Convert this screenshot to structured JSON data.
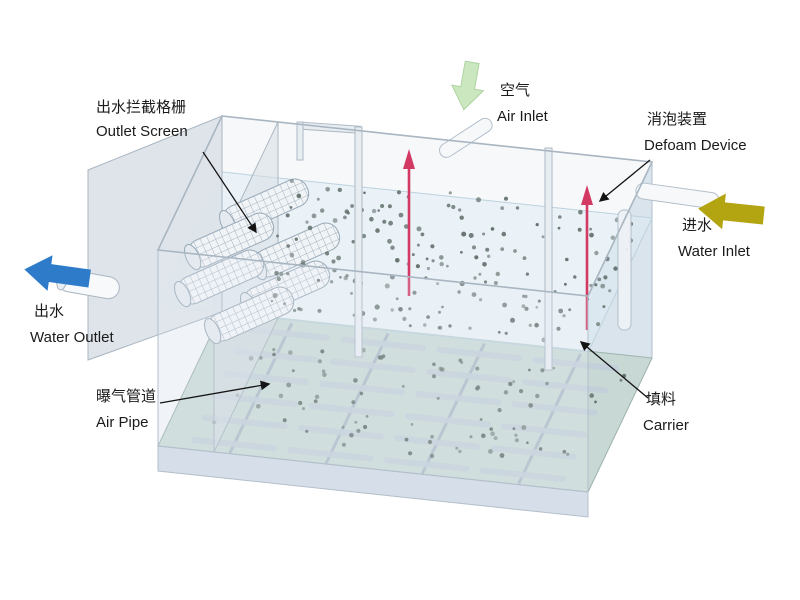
{
  "diagram": {
    "labels": {
      "outlet_screen": {
        "zh": "出水拦截格栅",
        "en": "Outlet Screen"
      },
      "air_inlet": {
        "zh": "空气",
        "en": "Air Inlet"
      },
      "defoam_device": {
        "zh": "消泡装置",
        "en": "Defoam Device"
      },
      "water_inlet": {
        "zh": "进水",
        "en": "Water Inlet"
      },
      "water_outlet": {
        "zh": "出水",
        "en": "Water Outlet"
      },
      "air_pipe": {
        "zh": "曝气管道",
        "en": "Air Pipe"
      },
      "carrier": {
        "zh": "填料",
        "en": "Carrier"
      }
    },
    "colors": {
      "water_outlet_arrow": "#2e7cc9",
      "water_inlet_arrow": "#b3a512",
      "air_inlet_arrow": "#cbe7bf",
      "defoam_rod": "#d23a64",
      "tank_wall": "#e6ecf1",
      "tank_floor": "#c6d8d4",
      "carrier_dot": "#5d6b66",
      "pointer_line": "#141414"
    }
  }
}
